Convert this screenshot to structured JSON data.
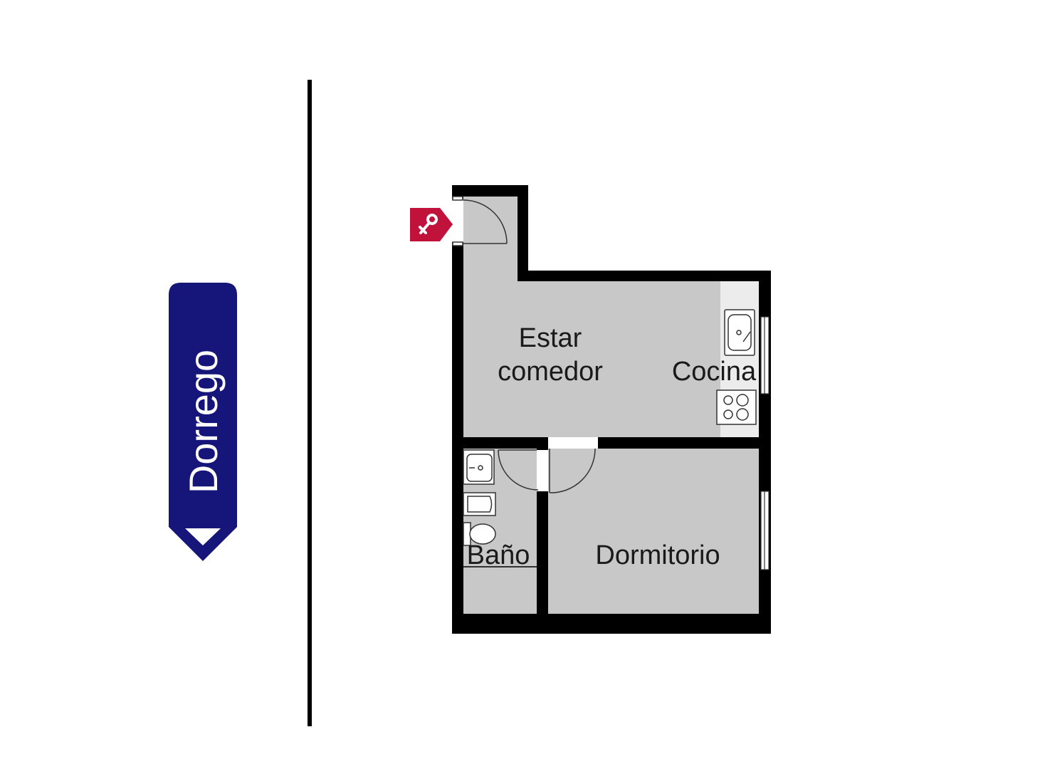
{
  "street": {
    "name": "Dorrego"
  },
  "rooms": {
    "estar_line1": "Estar",
    "estar_line2": "comedor",
    "cocina": "Cocina",
    "bano": "Baño",
    "dormitorio": "Dormitorio"
  },
  "icons": {
    "entrance": "key-icon",
    "street_direction": "arrow-down-icon"
  },
  "colors": {
    "wall": "#000000",
    "floor": "#c8c8c8",
    "kitchen_counter": "#ececec",
    "street_badge": "#15157a",
    "entrance_marker": "#c0123a"
  }
}
